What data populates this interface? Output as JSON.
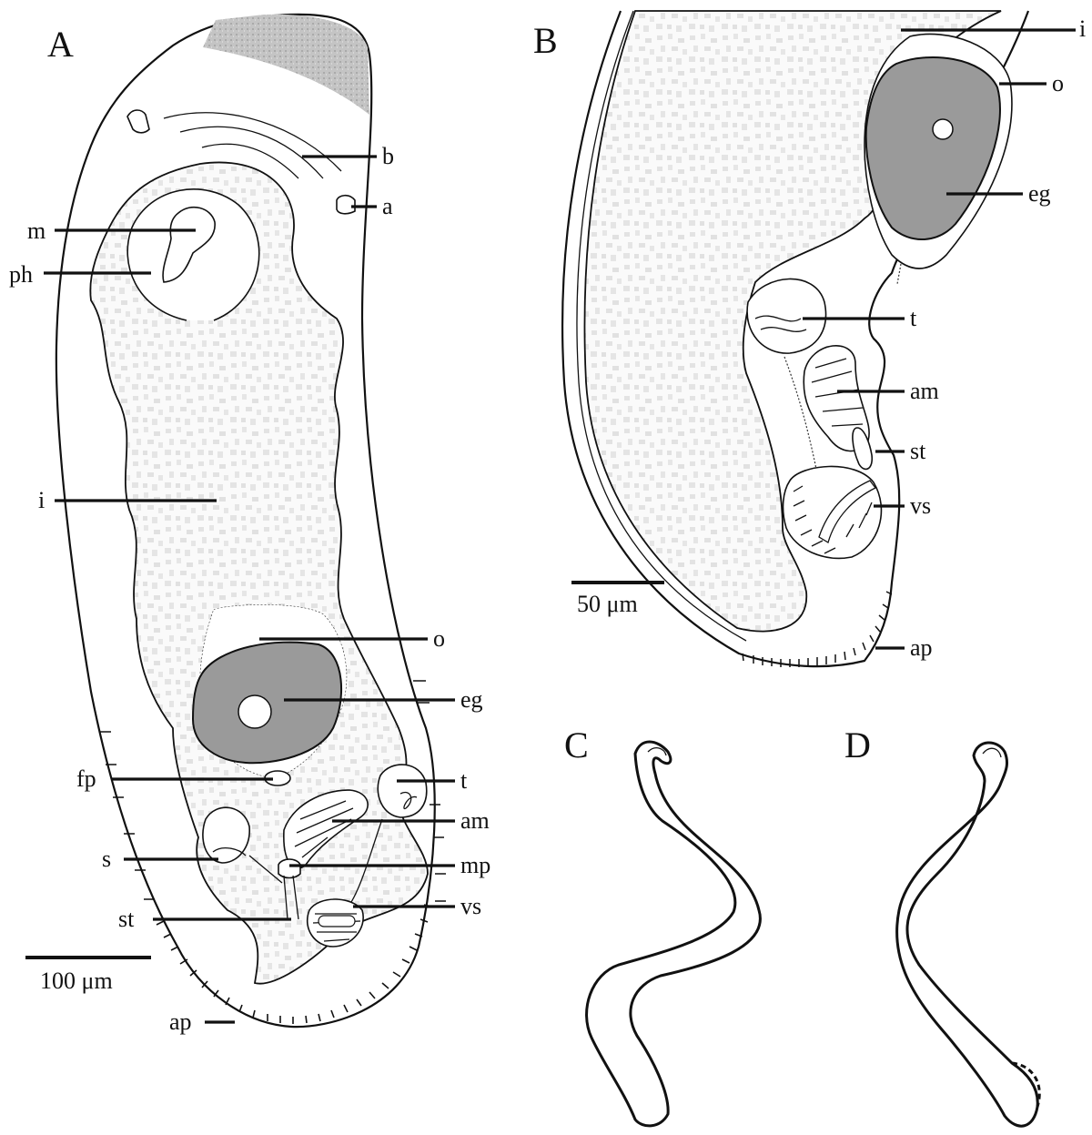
{
  "panels": {
    "A": {
      "letter": "A",
      "labels": {
        "b": "b",
        "a": "a",
        "m": "m",
        "ph": "ph",
        "i": "i",
        "o": "o",
        "eg": "eg",
        "fp": "fp",
        "t": "t",
        "am": "am",
        "s": "s",
        "mp": "mp",
        "st": "st",
        "vs": "vs",
        "ap": "ap"
      },
      "scale_bar": "100 μm"
    },
    "B": {
      "letter": "B",
      "labels": {
        "i": "i",
        "o": "o",
        "eg": "eg",
        "t": "t",
        "am": "am",
        "st": "st",
        "vs": "vs",
        "ap": "ap"
      },
      "scale_bar": "50 μm"
    },
    "C": {
      "letter": "C"
    },
    "D": {
      "letter": "D"
    }
  },
  "colors": {
    "line": "#111111",
    "egg": "#9a9a9a",
    "speckle": "#e4e4e4",
    "band": "#bdbdbd"
  }
}
